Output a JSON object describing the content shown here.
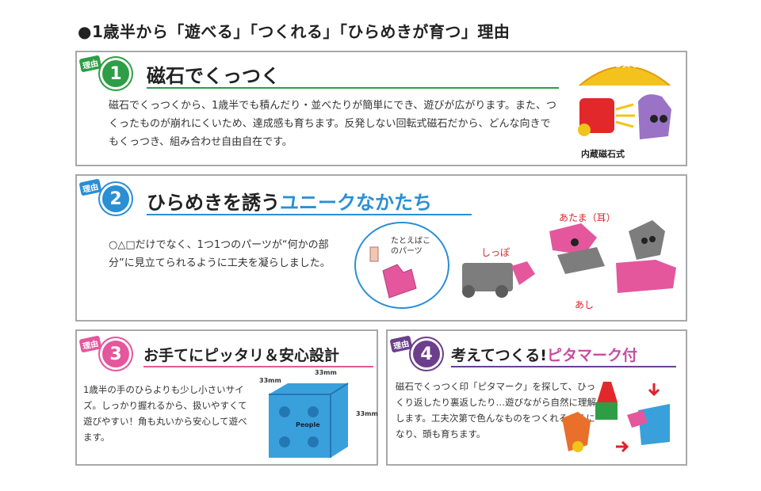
{
  "heading": "●1歳半から「遊べる」「つくれる」「ひらめきが育つ」理由",
  "colors": {
    "green": "#2e9e46",
    "blue": "#2a8fd4",
    "pink": "#e4579c",
    "magenta": "#c94ba0",
    "purple": "#6b3f8c",
    "red": "#e0202a"
  },
  "reasons": [
    {
      "tag": "理由",
      "number": "1",
      "title": "磁石でくっつく",
      "text": "磁石でくっつくから、1歳半でも積んだり・並べたりが簡単にでき、遊びが広がります。また、つくったものが崩れにくいため、達成感も育ちます。反発しない回転式磁石だから、どんな向きでもくっつき、組み合わせ自由自在です。",
      "badge": "なめても安心",
      "caption": "内蔵磁石式"
    },
    {
      "tag": "理由",
      "number": "2",
      "title_a": "ひらめきを誘う",
      "title_b": "ユニークなかたち",
      "text": "○△□だけでなく、1つ1つのパーツが“何かの部分”に見立てられるように工夫を凝らしました。",
      "bubble": "たとえばこのパーツ",
      "labels": {
        "tail": "しっぽ",
        "head": "あたま（耳）",
        "leg": "あし"
      }
    },
    {
      "tag": "理由",
      "number": "3",
      "title": "お手てにピッタリ＆安心設計",
      "text": "1歳半の手のひらよりも少し小さいサイズ。しっかり握れるから、扱いやすくて遊びやすい！角も丸いから安心して遊べます。",
      "dims": {
        "a": "33mm",
        "b": "33mm",
        "c": "33mm"
      },
      "brand": "People"
    },
    {
      "tag": "理由",
      "number": "4",
      "title_a": "考えてつくる!",
      "title_b": "ピタマーク付",
      "text": "磁石でくっつく印「ピタマーク」を探して、ひっくり返したり裏返したり…遊びながら自然に理解します。工夫次第で色んなものをつくれるようになり、頭も育ちます。"
    }
  ]
}
